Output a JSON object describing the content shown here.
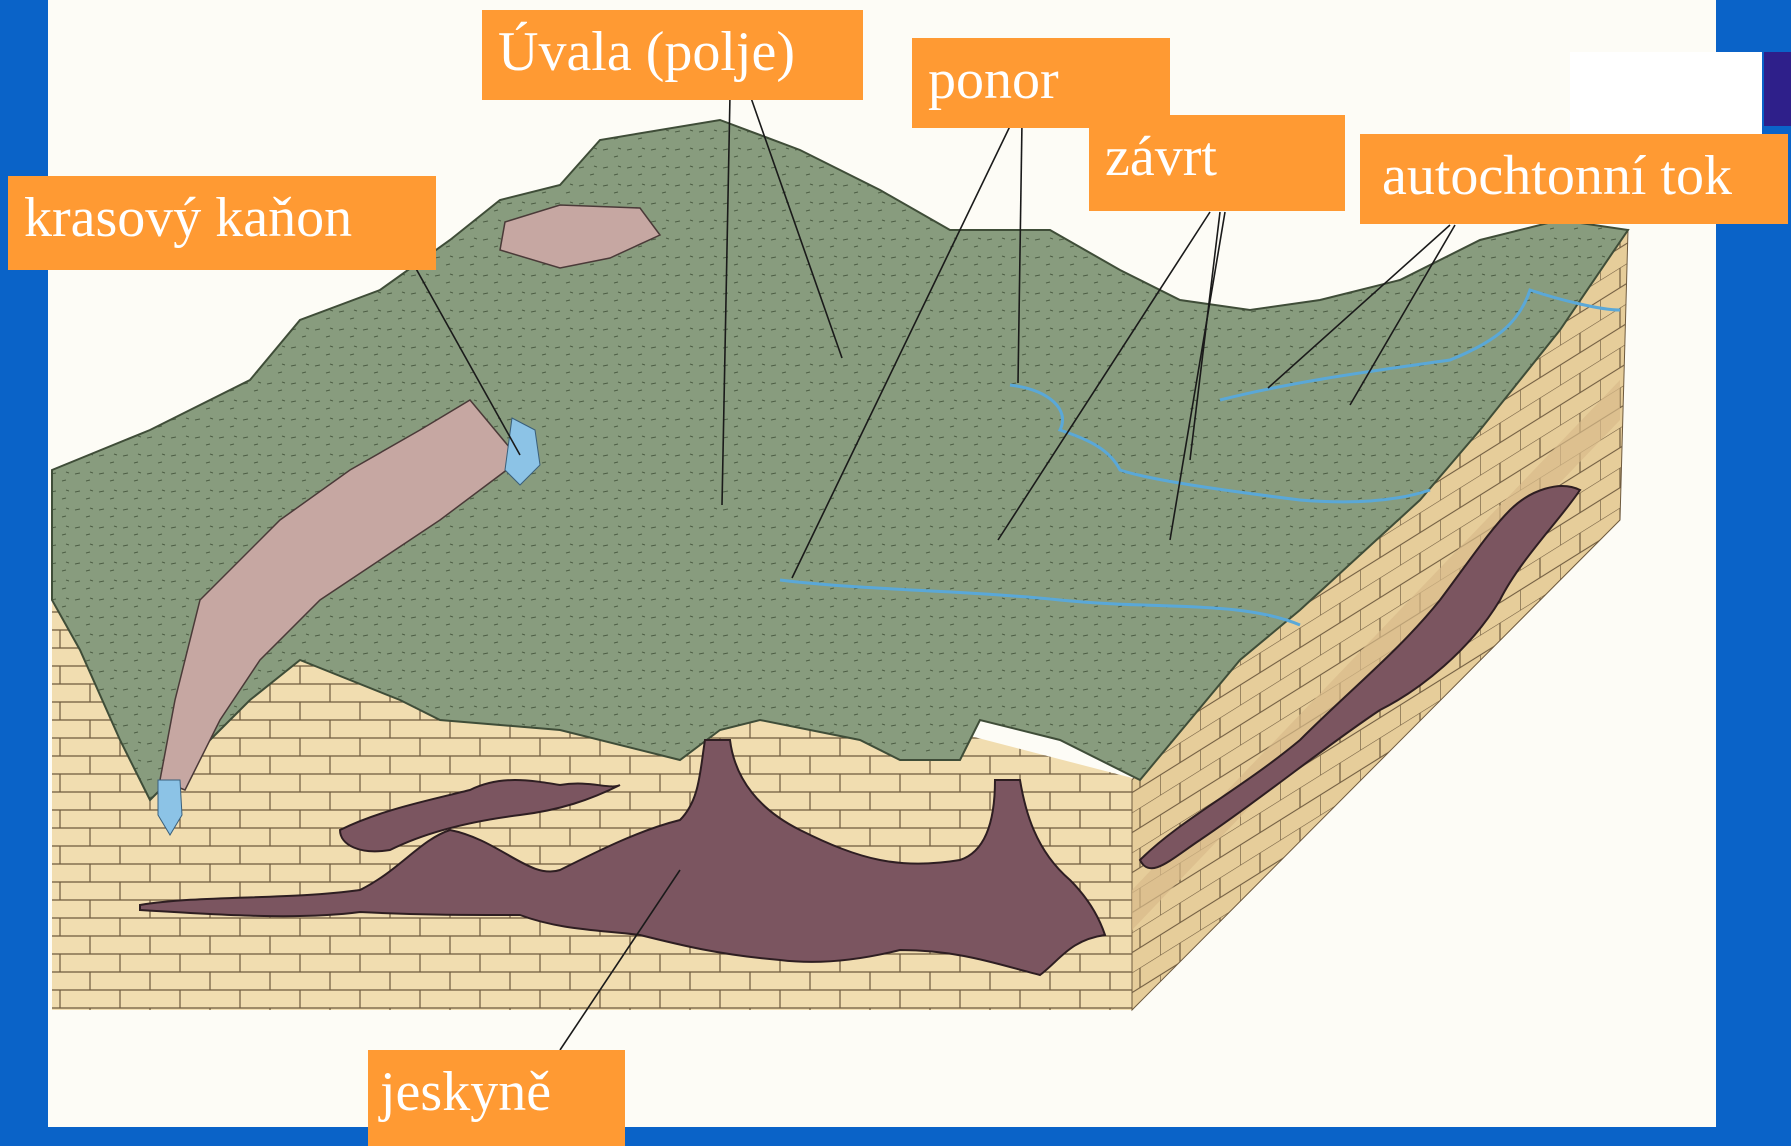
{
  "labels": {
    "uvala": "Úvala (polje)",
    "ponor": "ponor",
    "zavrt": "závrt",
    "autochtonni_tok": "autochtonní tok",
    "krasovy_kanon": "krasový kaňon",
    "jeskyne": "jeskyně"
  },
  "colors": {
    "background": "#0a63c8",
    "label_fill": "#ff9a33",
    "label_text": "#ffffff",
    "surface": "#889c7e",
    "canyon": "#c6a7a2",
    "cave": "#7b5560",
    "limestone": "#f1ddb0",
    "water": "#8cc3e6"
  }
}
